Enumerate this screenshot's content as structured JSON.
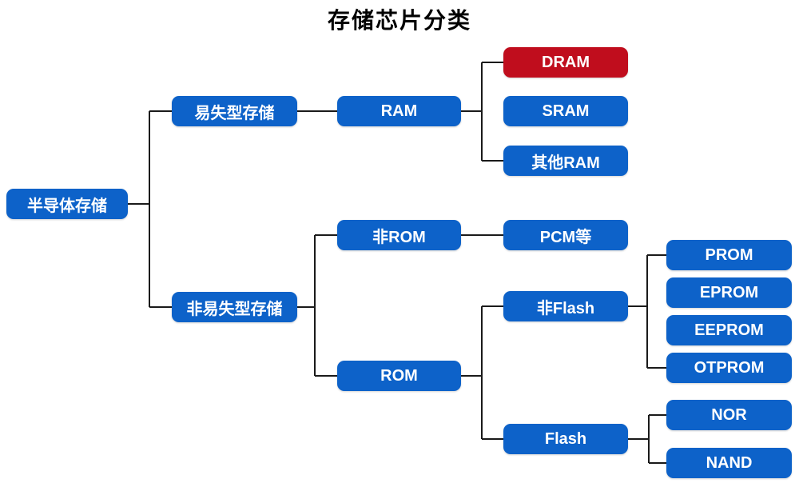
{
  "title": "存储芯片分类",
  "colors": {
    "background": "#ffffff",
    "node_blue": "#0d62c9",
    "node_red": "#c00d1d",
    "node_text": "#ffffff",
    "line": "#1a1a1a"
  },
  "nodes": [
    {
      "id": "root",
      "label": "半导体存储",
      "variant": "blue"
    },
    {
      "id": "volatile",
      "label": "易失型存储",
      "variant": "blue"
    },
    {
      "id": "ram",
      "label": "RAM",
      "variant": "blue"
    },
    {
      "id": "dram",
      "label": "DRAM",
      "variant": "red"
    },
    {
      "id": "sram",
      "label": "SRAM",
      "variant": "blue"
    },
    {
      "id": "other-ram",
      "label": "其他RAM",
      "variant": "blue"
    },
    {
      "id": "nonvolatile",
      "label": "非易失型存储",
      "variant": "blue"
    },
    {
      "id": "non-rom",
      "label": "非ROM",
      "variant": "blue"
    },
    {
      "id": "pcm",
      "label": "PCM等",
      "variant": "blue"
    },
    {
      "id": "rom",
      "label": "ROM",
      "variant": "blue"
    },
    {
      "id": "non-flash",
      "label": "非Flash",
      "variant": "blue"
    },
    {
      "id": "prom",
      "label": "PROM",
      "variant": "blue"
    },
    {
      "id": "eprom",
      "label": "EPROM",
      "variant": "blue"
    },
    {
      "id": "eeprom",
      "label": "EEPROM",
      "variant": "blue"
    },
    {
      "id": "otprom",
      "label": "OTPROM",
      "variant": "blue"
    },
    {
      "id": "flash",
      "label": "Flash",
      "variant": "blue"
    },
    {
      "id": "nor",
      "label": "NOR",
      "variant": "blue"
    },
    {
      "id": "nand",
      "label": "NAND",
      "variant": "blue"
    }
  ],
  "edges": [
    [
      "root",
      "volatile"
    ],
    [
      "root",
      "nonvolatile"
    ],
    [
      "volatile",
      "ram"
    ],
    [
      "ram",
      "dram"
    ],
    [
      "ram",
      "sram"
    ],
    [
      "ram",
      "other-ram"
    ],
    [
      "nonvolatile",
      "non-rom"
    ],
    [
      "nonvolatile",
      "rom"
    ],
    [
      "non-rom",
      "pcm"
    ],
    [
      "rom",
      "non-flash"
    ],
    [
      "rom",
      "flash"
    ],
    [
      "non-flash",
      "prom"
    ],
    [
      "non-flash",
      "eprom"
    ],
    [
      "non-flash",
      "eeprom"
    ],
    [
      "non-flash",
      "otprom"
    ],
    [
      "flash",
      "nor"
    ],
    [
      "flash",
      "nand"
    ]
  ]
}
